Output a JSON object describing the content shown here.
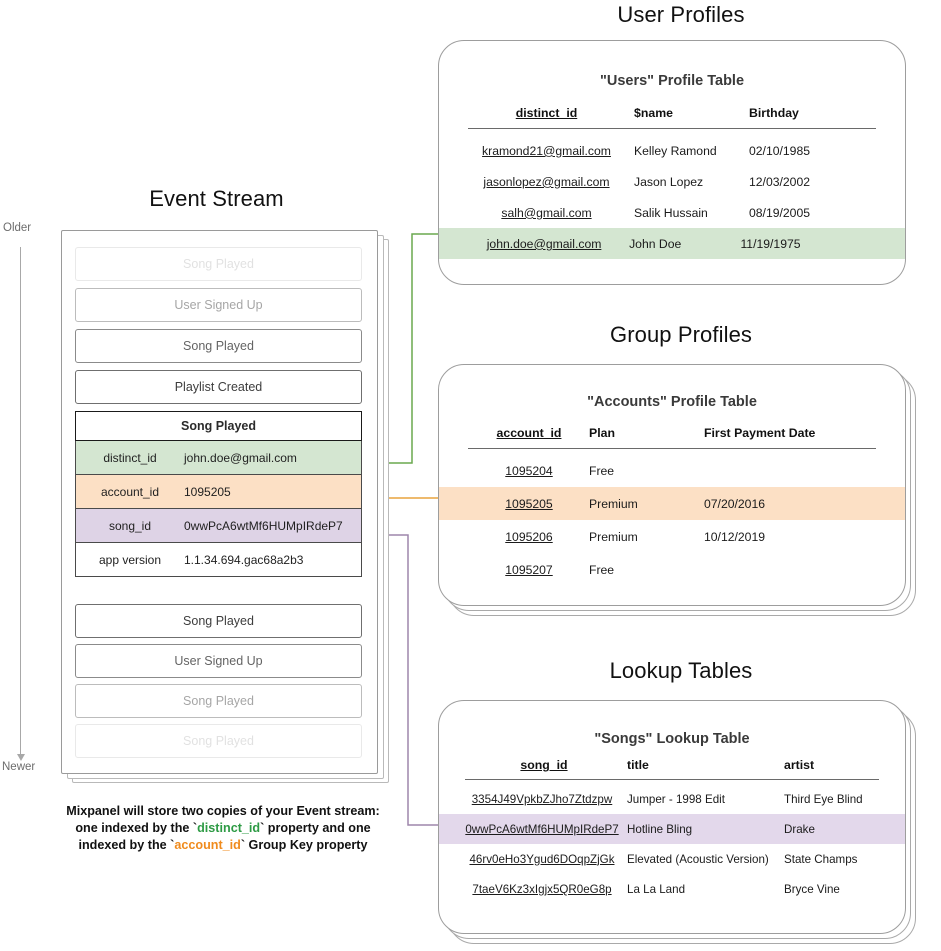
{
  "sections": {
    "user_profiles_title": "User Profiles",
    "group_profiles_title": "Group Profiles",
    "lookup_tables_title": "Lookup Tables",
    "event_stream_title": "Event Stream"
  },
  "timeline": {
    "older_label": "Older",
    "newer_label": "Newer"
  },
  "event_stream": {
    "events_above": [
      {
        "label": "Song Played",
        "fade": "f3"
      },
      {
        "label": "User Signed Up",
        "fade": "f2"
      },
      {
        "label": "Song Played",
        "fade": "f1"
      },
      {
        "label": "Playlist Created",
        "fade": ""
      }
    ],
    "expanded_event": {
      "title": "Song Played",
      "properties": [
        {
          "key": "distinct_id",
          "value": "john.doe@gmail.com",
          "color": "bg-green"
        },
        {
          "key": "account_id",
          "value": "1095205",
          "color": "bg-orange"
        },
        {
          "key": "song_id",
          "value": "0wwPcA6wtMf6HUMpIRdeP7",
          "color": "bg-purple"
        },
        {
          "key": "app version",
          "value": "1.1.34.694.gac68a2b3",
          "color": "bg-white"
        }
      ]
    },
    "events_below": [
      {
        "label": "Song Played",
        "fade": ""
      },
      {
        "label": "User Signed Up",
        "fade": "f1"
      },
      {
        "label": "Song Played",
        "fade": "f2"
      },
      {
        "label": "Song Played",
        "fade": "f3"
      }
    ]
  },
  "caption": {
    "line1": "Mixpanel will store two copies of your Event stream:",
    "line2_pre": "one indexed by the ",
    "line2_code": "distinct_id",
    "line2_post": " property and one",
    "line3_pre": "indexed by the ",
    "line3_code": "account_id",
    "line3_post": " Group Key property",
    "tick": "`"
  },
  "users_table": {
    "title": "\"Users\" Profile Table",
    "columns": [
      "distinct_id",
      "$name",
      "Birthday"
    ],
    "rows": [
      {
        "distinct_id": "kramond21@gmail.com",
        "name": "Kelley Ramond",
        "birthday": "02/10/1985",
        "highlight": ""
      },
      {
        "distinct_id": "jasonlopez@gmail.com",
        "name": "Jason Lopez",
        "birthday": "12/03/2002",
        "highlight": ""
      },
      {
        "distinct_id": "salh@gmail.com",
        "name": "Salik Hussain",
        "birthday": "08/19/2005",
        "highlight": ""
      },
      {
        "distinct_id": "john.doe@gmail.com",
        "name": "John Doe",
        "birthday": "11/19/1975",
        "highlight": "row-green"
      }
    ]
  },
  "accounts_table": {
    "title": "\"Accounts\" Profile Table",
    "columns": [
      "account_id",
      "Plan",
      "First Payment Date"
    ],
    "rows": [
      {
        "account_id": "1095204",
        "plan": "Free",
        "first_payment": "",
        "highlight": ""
      },
      {
        "account_id": "1095205",
        "plan": "Premium",
        "first_payment": "07/20/2016",
        "highlight": "row-orange"
      },
      {
        "account_id": "1095206",
        "plan": "Premium",
        "first_payment": "10/12/2019",
        "highlight": ""
      },
      {
        "account_id": "1095207",
        "plan": "Free",
        "first_payment": "",
        "highlight": ""
      }
    ]
  },
  "songs_table": {
    "title": "\"Songs\" Lookup Table",
    "columns": [
      "song_id",
      "title",
      "artist"
    ],
    "rows": [
      {
        "song_id": "3354J49VpkbZJho7Ztdzpw",
        "title": "Jumper - 1998 Edit",
        "artist": "Third Eye Blind",
        "highlight": ""
      },
      {
        "song_id": "0wwPcA6wtMf6HUMpIRdeP7",
        "title": "Hotline Bling",
        "artist": "Drake",
        "highlight": "row-purple"
      },
      {
        "song_id": "46rv0eHo3Ygud6DOqpZjGk",
        "title": "Elevated (Acoustic Version)",
        "artist": "State Champs",
        "highlight": ""
      },
      {
        "song_id": "7taeV6Kz3xIgjx5QR0eG8p",
        "title": "La La Land",
        "artist": "Bryce Vine",
        "highlight": ""
      }
    ]
  },
  "colors": {
    "green": "#d4e6d1",
    "orange": "#fce0c5",
    "purple": "#ded3e6",
    "arrow_green": "#6aa84f",
    "arrow_orange": "#e8a33d",
    "arrow_purple": "#9d86ab",
    "arrow_gray": "#7a7a7a"
  }
}
